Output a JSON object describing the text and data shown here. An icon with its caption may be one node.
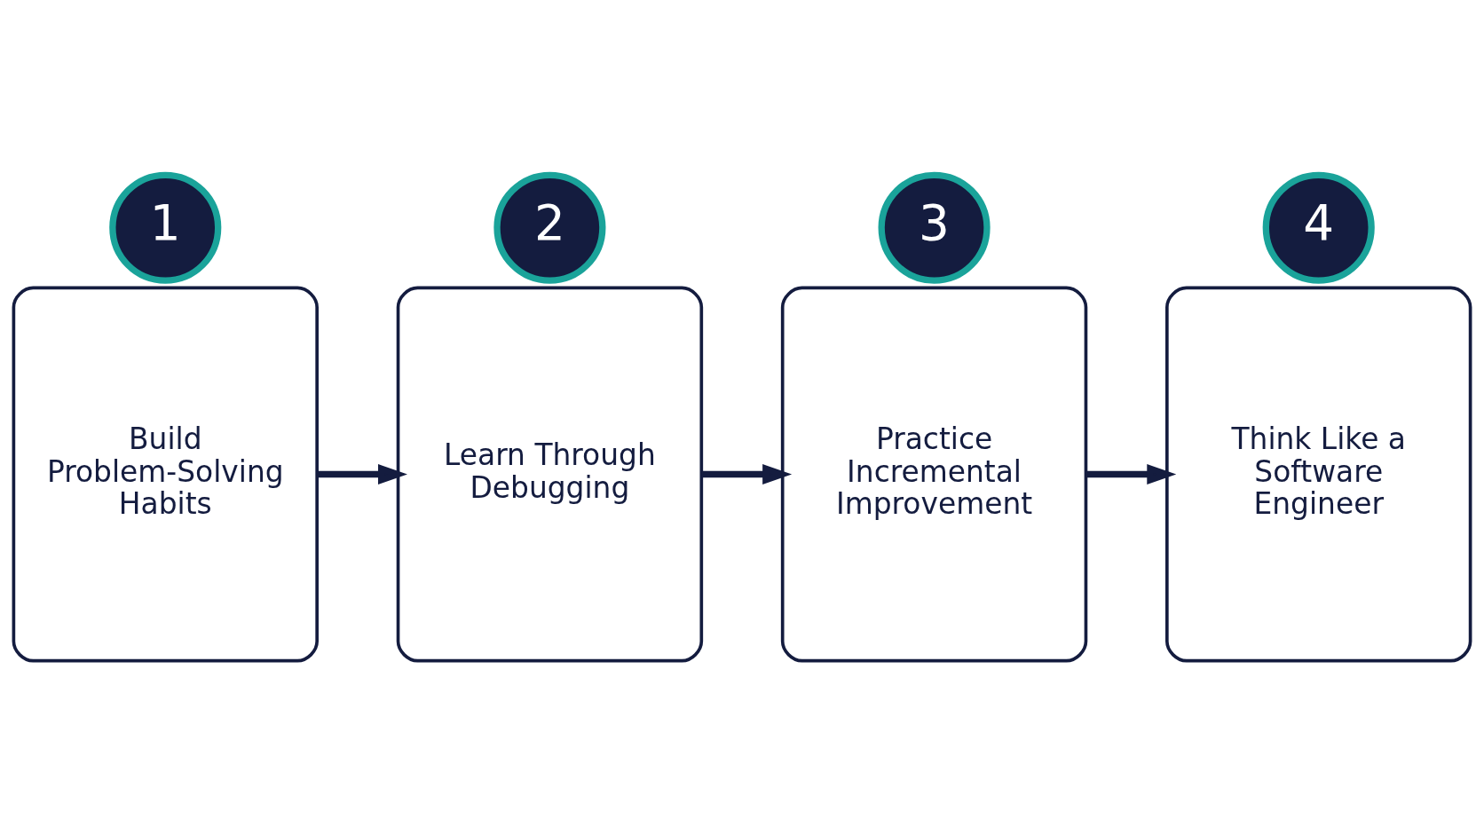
{
  "diagram": {
    "nodes": [
      {
        "text": [
          "1"
        ]
      },
      {
        "text": [
          "Build Problem-Solving Habits"
        ]
      },
      {
        "text": [
          "2"
        ]
      },
      {
        "text": [
          "Learn Through Debugging"
        ]
      },
      {
        "text": [
          "3"
        ]
      },
      {
        "text": [
          "Practice Incremental Improvement"
        ]
      },
      {
        "text": [
          "4"
        ]
      },
      {
        "text": [
          "Think Like a Software Engineer"
        ]
      }
    ],
    "edges": [
      {
        "from": 1,
        "to": 3,
        "arrow": "to"
      },
      {
        "from": 3,
        "to": 5,
        "arrow": "to"
      },
      {
        "from": 5,
        "to": 7,
        "arrow": "to"
      }
    ]
  }
}
